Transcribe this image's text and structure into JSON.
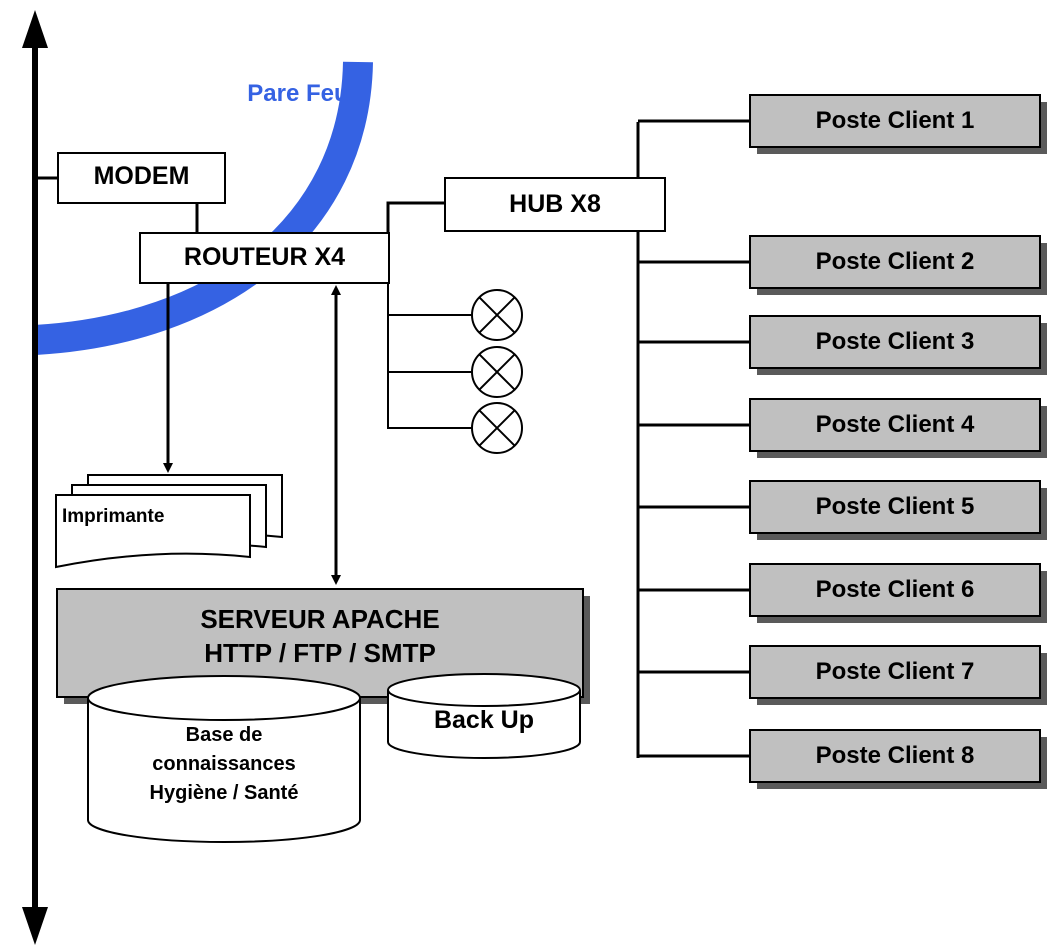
{
  "firewall": {
    "label": "Pare Feu",
    "color": "#3562e3"
  },
  "modem": {
    "label": "MODEM"
  },
  "router": {
    "label": "ROUTEUR X4"
  },
  "hub": {
    "label": "HUB X8"
  },
  "printer": {
    "label": "Imprimante"
  },
  "server": {
    "line1": "SERVEUR APACHE",
    "line2": "HTTP / FTP / SMTP",
    "fill": "#c0c0c0"
  },
  "knowledge_base": {
    "line1": "Base de",
    "line2": "connaissances",
    "line3": "Hygiène / Santé"
  },
  "backup": {
    "label": "Back Up"
  },
  "clients": [
    "Poste Client 1",
    "Poste Client 2",
    "Poste Client 3",
    "Poste Client 4",
    "Poste Client 5",
    "Poste Client 6",
    "Poste Client 7",
    "Poste Client 8"
  ],
  "client_fill": "#c0c0c0",
  "router_ports": [
    "unused-port",
    "unused-port",
    "unused-port"
  ]
}
